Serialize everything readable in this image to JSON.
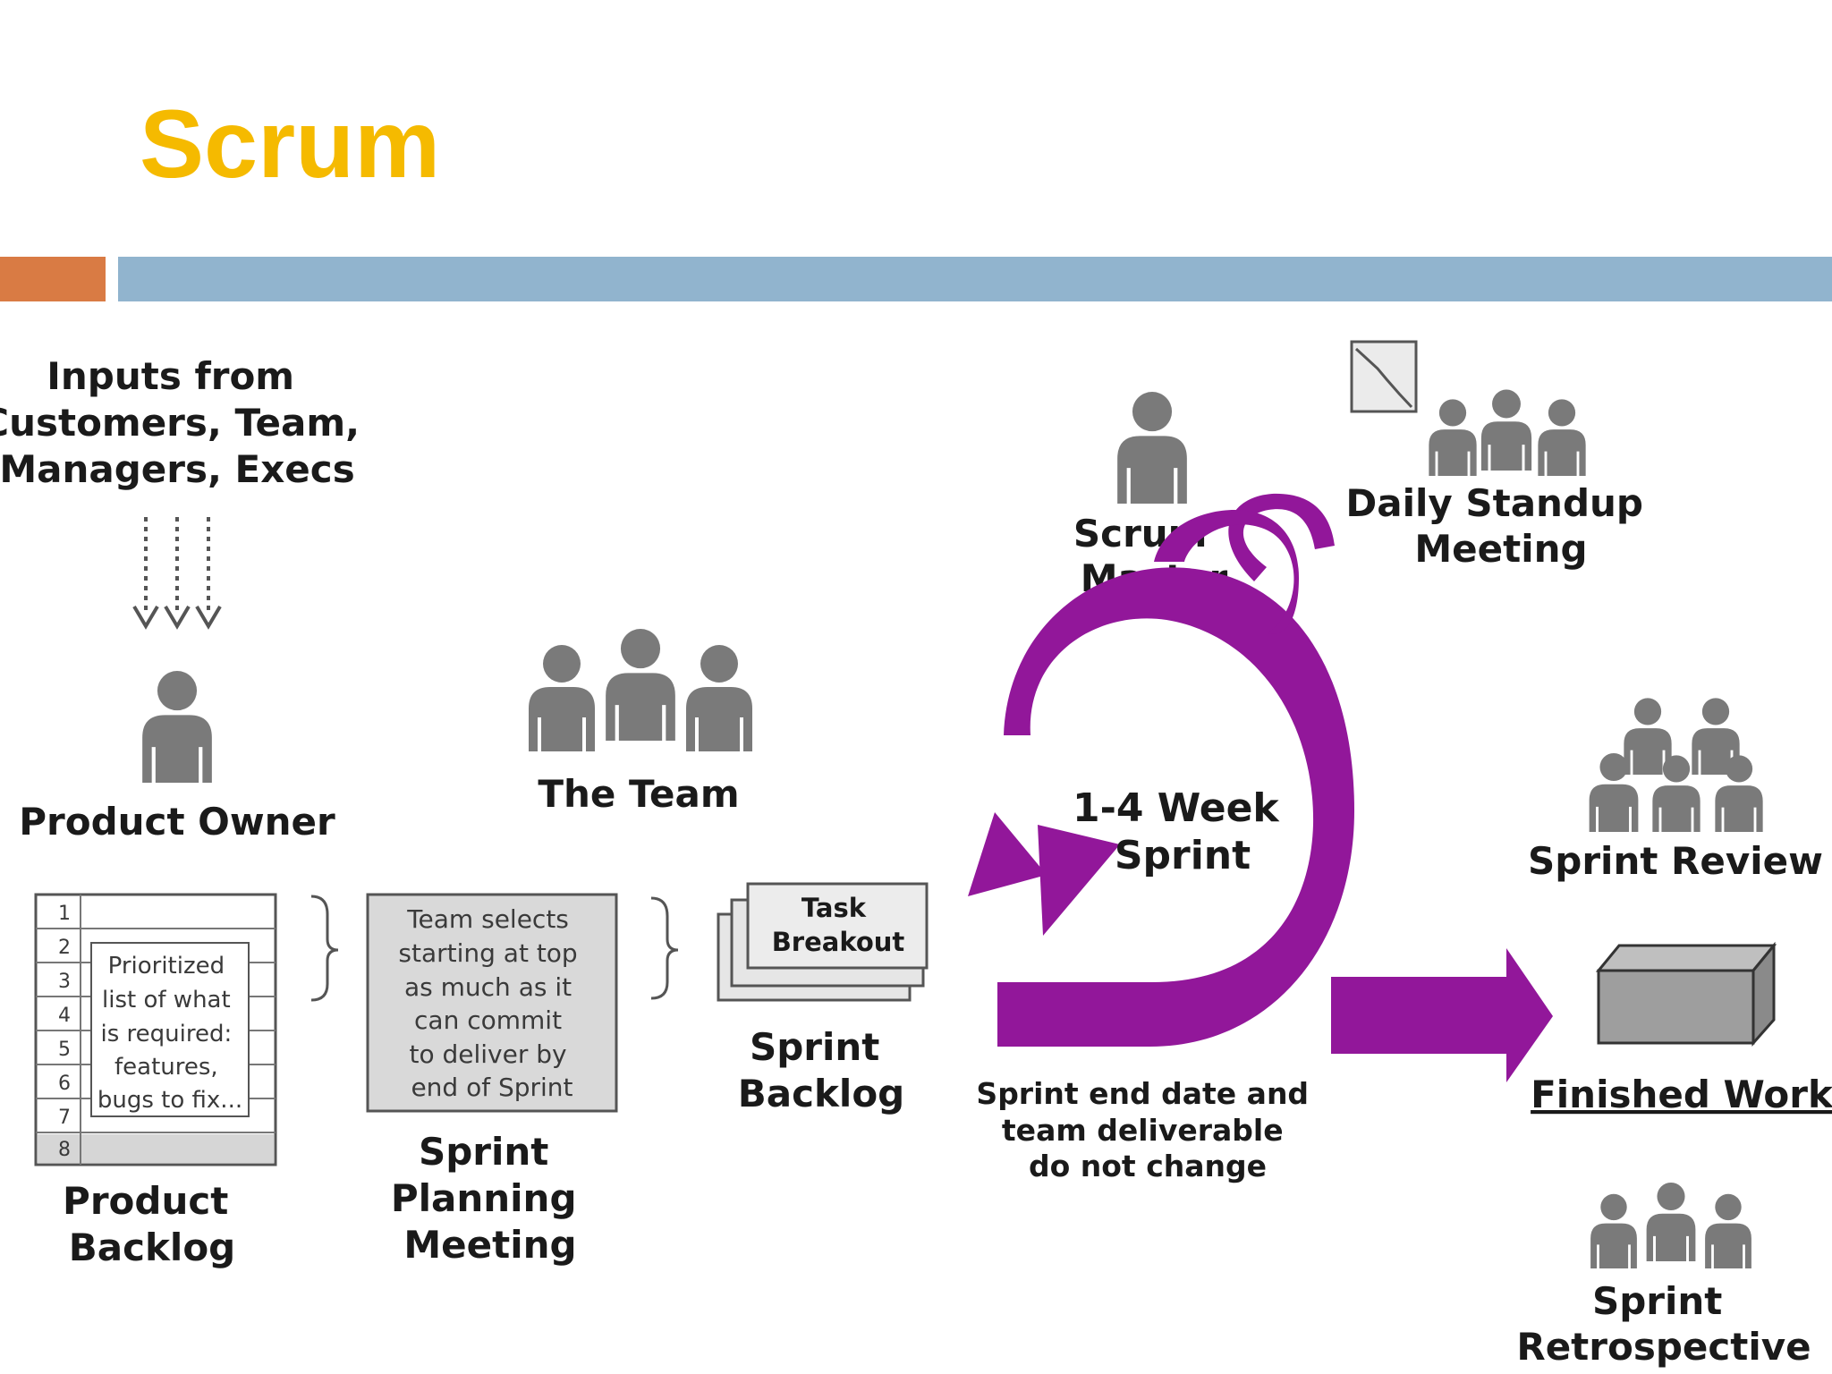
{
  "slide": {
    "title": "Scrum",
    "colors": {
      "title": "#F5BA00",
      "accent_bar_left": "#D97B44",
      "accent_bar_main": "#91B4CE",
      "cycle_arrow": "#92179A",
      "figures": "#7A7A7A"
    }
  },
  "diagram": {
    "inputs_label": [
      "Inputs from",
      "Customers, Team,",
      "Managers, Execs"
    ],
    "product_owner": "Product Owner",
    "the_team": "The Team",
    "scrum_master": [
      "Scrum",
      "Master"
    ],
    "daily_standup": [
      "Daily Standup",
      "Meeting"
    ],
    "backlog_rows": [
      "1",
      "2",
      "3",
      "4",
      "5",
      "6",
      "7",
      "8"
    ],
    "backlog_note": [
      "Prioritized",
      "list of what",
      "is required:",
      "features,",
      "bugs to fix..."
    ],
    "product_backlog": [
      "Product",
      "Backlog"
    ],
    "planning_box": [
      "Team selects",
      "starting at top",
      "as much as it",
      "can commit",
      "to deliver by",
      "end of Sprint"
    ],
    "sprint_planning": [
      "Sprint",
      "Planning",
      "Meeting"
    ],
    "task_breakout": [
      "Task",
      "Breakout"
    ],
    "sprint_backlog": [
      "Sprint",
      "Backlog"
    ],
    "sprint_length": [
      "1-4 Week",
      "Sprint"
    ],
    "sprint_note": [
      "Sprint end date and",
      "team deliverable",
      "do not change"
    ],
    "sprint_review": "Sprint Review",
    "finished_work": "Finished Work",
    "sprint_retrospective": [
      "Sprint",
      "Retrospective"
    ]
  }
}
